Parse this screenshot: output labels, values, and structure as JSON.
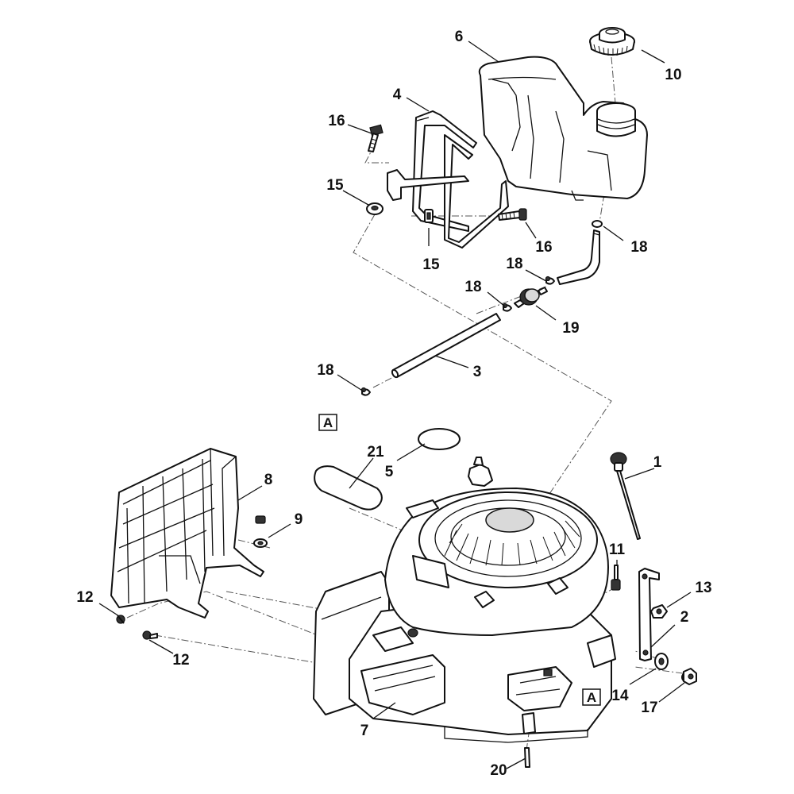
{
  "callouts": [
    {
      "id": "c6",
      "text": "6"
    },
    {
      "id": "c10",
      "text": "10"
    },
    {
      "id": "c4",
      "text": "4"
    },
    {
      "id": "c16a",
      "text": "16"
    },
    {
      "id": "c15a",
      "text": "15"
    },
    {
      "id": "c15b",
      "text": "15"
    },
    {
      "id": "c16b",
      "text": "16"
    },
    {
      "id": "c18a",
      "text": "18"
    },
    {
      "id": "c18b",
      "text": "18"
    },
    {
      "id": "c18c",
      "text": "18"
    },
    {
      "id": "c19",
      "text": "19"
    },
    {
      "id": "c18d",
      "text": "18"
    },
    {
      "id": "c3",
      "text": "3"
    },
    {
      "id": "c21",
      "text": "21"
    },
    {
      "id": "c5",
      "text": "5"
    },
    {
      "id": "c1",
      "text": "1"
    },
    {
      "id": "c8",
      "text": "8"
    },
    {
      "id": "c9",
      "text": "9"
    },
    {
      "id": "c11",
      "text": "11"
    },
    {
      "id": "c13",
      "text": "13"
    },
    {
      "id": "c2",
      "text": "2"
    },
    {
      "id": "c12a",
      "text": "12"
    },
    {
      "id": "c12b",
      "text": "12"
    },
    {
      "id": "c14",
      "text": "14"
    },
    {
      "id": "c17",
      "text": "17"
    },
    {
      "id": "c7",
      "text": "7"
    },
    {
      "id": "c20",
      "text": "20"
    }
  ],
  "reference_marks": [
    {
      "id": "ref1",
      "text": "A"
    },
    {
      "id": "ref2",
      "text": "A"
    }
  ]
}
